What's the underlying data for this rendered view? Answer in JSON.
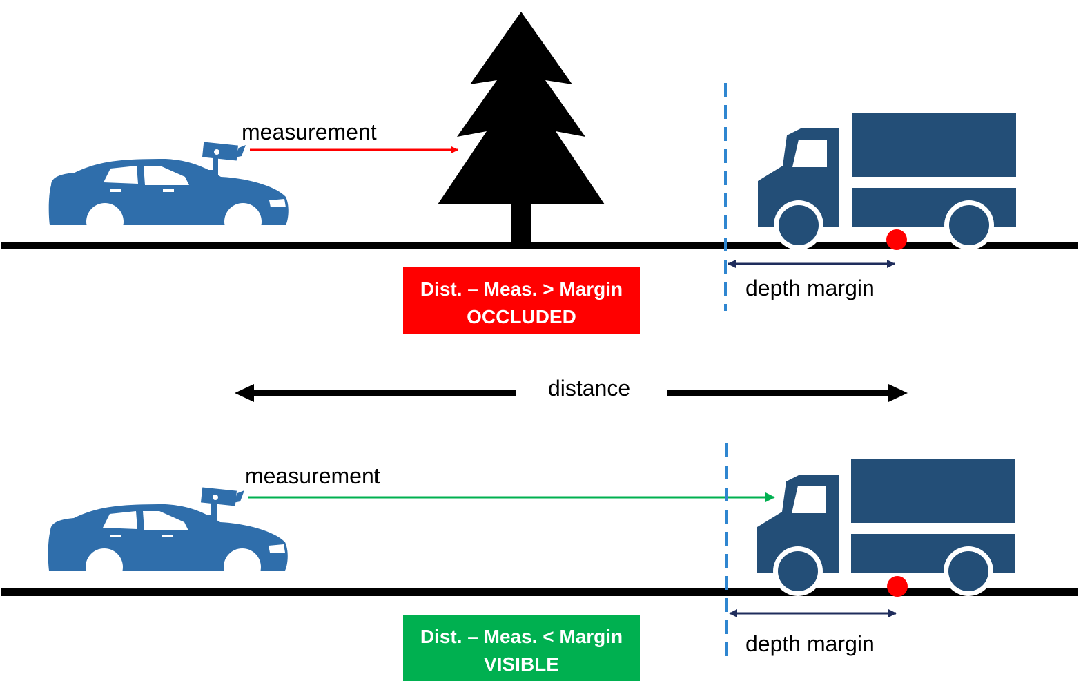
{
  "colors": {
    "car": "#2f6eab",
    "truck": "#234e77",
    "tree": "#000000",
    "ground": "#000000",
    "occluded_box": "#ff0000",
    "visible_box": "#00b050",
    "measurement_occluded": "#ff0000",
    "measurement_visible": "#00b050",
    "margin_arrow": "#1f2d5c",
    "dashed_line": "#2f86d0",
    "target_point": "#ff0000"
  },
  "icons": {
    "car": "car-icon",
    "camera": "camera-icon",
    "tree": "tree-icon",
    "truck": "truck-icon"
  },
  "top_scene": {
    "measurement_label": "measurement",
    "depth_margin_label": "depth margin",
    "status": {
      "line1": "Dist. – Meas. > Margin",
      "line2": "OCCLUDED"
    }
  },
  "middle": {
    "distance_label": "distance"
  },
  "bottom_scene": {
    "measurement_label": "measurement",
    "depth_margin_label": "depth margin",
    "status": {
      "line1": "Dist. – Meas. < Margin",
      "line2": "VISIBLE"
    }
  }
}
